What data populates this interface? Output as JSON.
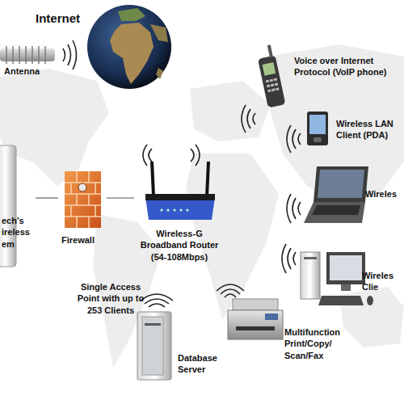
{
  "diagram": {
    "nodes": [
      {
        "text": [
          "Internet"
        ]
      },
      {
        "text": [
          "Antenna"
        ]
      },
      {
        "text": [
          "Voice over Internet Protocol (VoIP phone)"
        ]
      },
      {
        "text": [
          "Wireless LAN Client (PDA)"
        ]
      },
      {
        "text": [
          "Wireles"
        ]
      },
      {
        "text": [
          "ech's ireless em"
        ]
      },
      {
        "text": [
          "Firewall"
        ]
      },
      {
        "text": [
          "Wireless-G Broadband Router (54-108Mbps)"
        ]
      },
      {
        "text": [
          "Wireles Clie"
        ]
      },
      {
        "text": [
          "Multifunction Print/Copy/ Scan/Fax"
        ]
      },
      {
        "text": [
          "Database Server"
        ]
      }
    ],
    "edges": [
      {
        "from": 5,
        "to": 6,
        "arrow": "none"
      },
      {
        "from": 6,
        "to": 7,
        "arrow": "none"
      }
    ],
    "labels": [
      "Single Access Point with up to 253 Clients"
    ]
  }
}
